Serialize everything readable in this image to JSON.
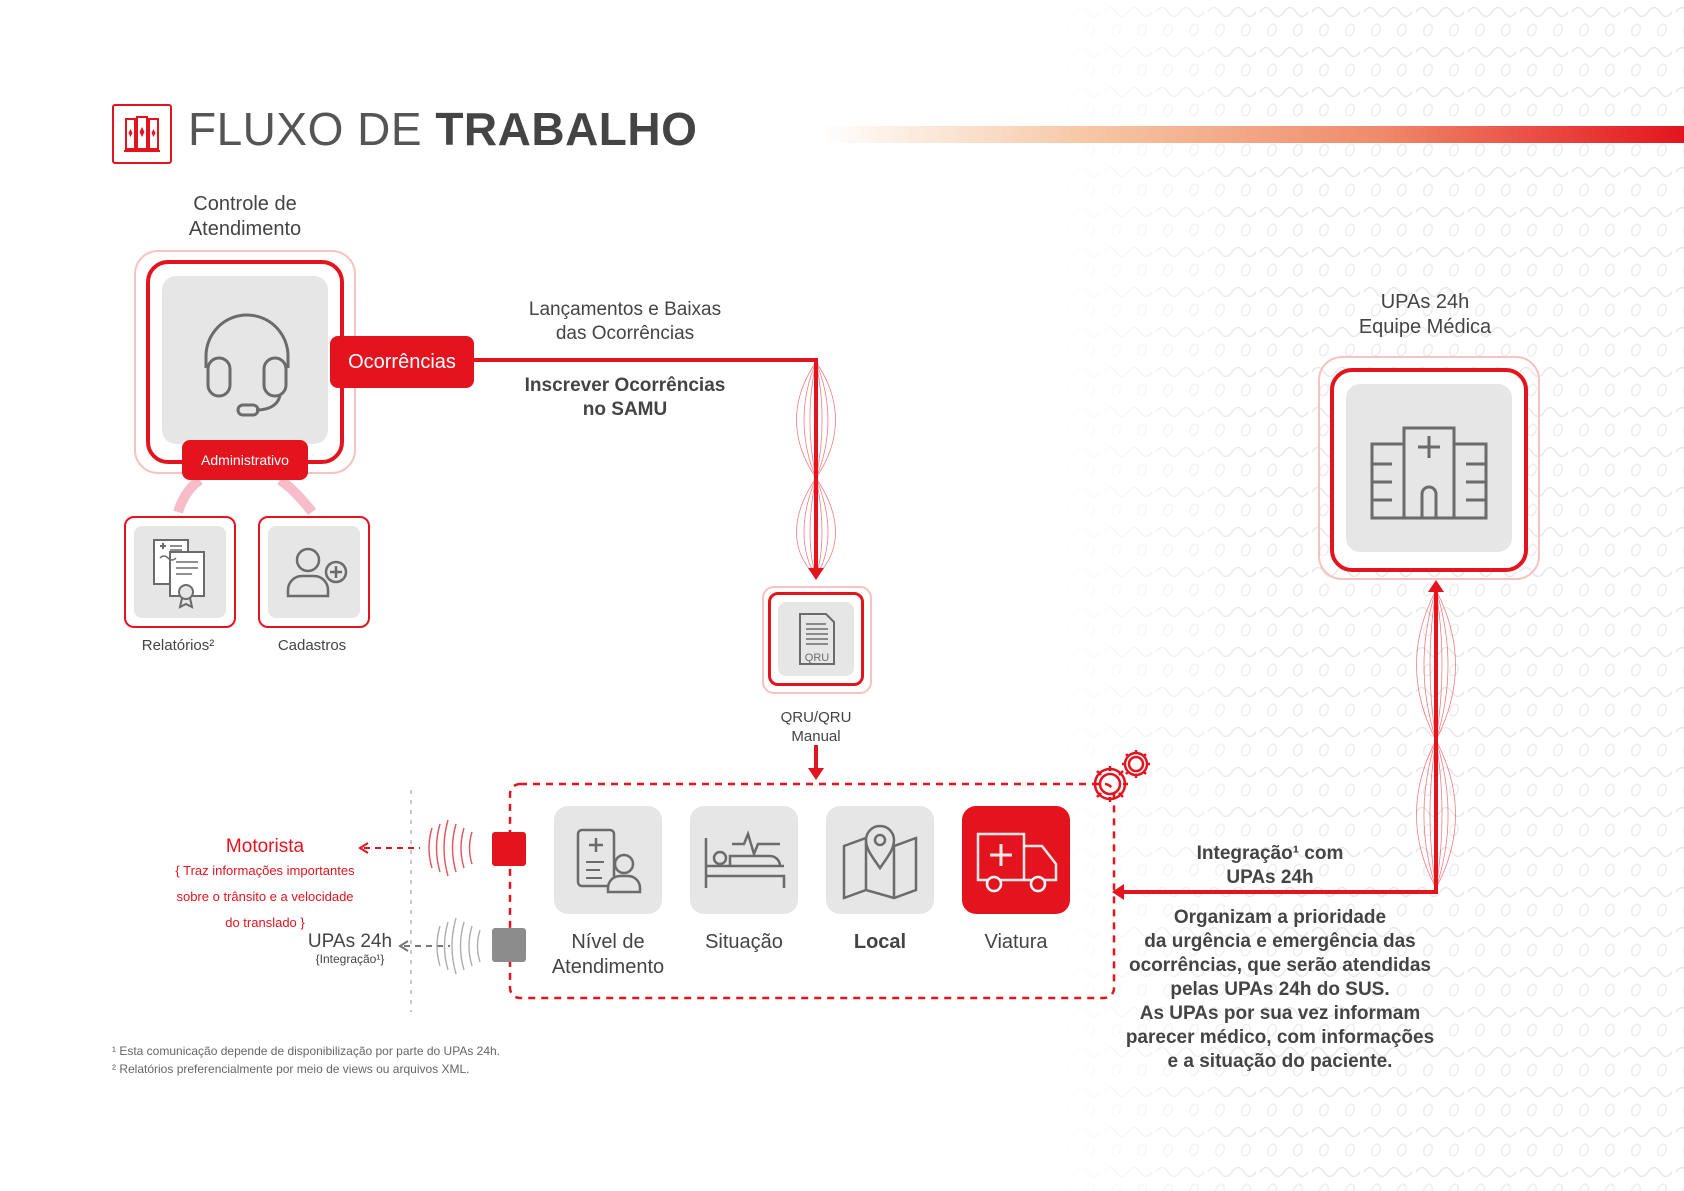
{
  "header": {
    "title_light": "FLUXO DE",
    "title_bold": "TRABALHO",
    "icon": "books-icon"
  },
  "controle": {
    "title_line1": "Controle de",
    "title_line2": "Atendimento",
    "icon": "headset-icon",
    "ocorrencias_label": "Ocorrências",
    "administrativo_label": "Administrativo"
  },
  "relatorios": {
    "label": "Relatórios²",
    "icon": "report-certificate-icon"
  },
  "cadastros": {
    "label": "Cadastros",
    "icon": "add-user-icon"
  },
  "lancamentos": {
    "line1": "Lançamentos e Baixas",
    "line2": "das Ocorrências",
    "bold_line1": "Inscrever Ocorrências",
    "bold_line2": "no SAMU"
  },
  "qru": {
    "icon_text": "QRU",
    "line1": "QRU/QRU",
    "line2": "Manual"
  },
  "upas": {
    "title_line1": "UPAs 24h",
    "title_line2": "Equipe Médica",
    "icon": "hospital-icon"
  },
  "modules": [
    {
      "line1": "Nível de",
      "line2": "Atendimento",
      "icon": "medical-record-icon",
      "bold": false,
      "active": false
    },
    {
      "line1": "Situação",
      "line2": "",
      "icon": "hospital-bed-icon",
      "bold": false,
      "active": false
    },
    {
      "line1": "Local",
      "line2": "",
      "icon": "map-pin-icon",
      "bold": true,
      "active": false
    },
    {
      "line1": "Viatura",
      "line2": "",
      "icon": "ambulance-icon",
      "bold": false,
      "active": true
    }
  ],
  "motorista": {
    "title": "Motorista",
    "line1": "{ Traz informações importantes",
    "line2": "sobre o trânsito e a velocidade",
    "line3": "do translado }"
  },
  "upas_side": {
    "title": "UPAs 24h",
    "sub": "{Integração¹}"
  },
  "integracao": {
    "line1": "Integração¹ com",
    "line2": "UPAs 24h",
    "desc": [
      "Organizam a prioridade",
      "da urgência e emergência das",
      "ocorrências, que serão atendidas",
      "pelas UPAs 24h  do SUS.",
      "As UPAs por sua vez informam",
      "parecer médico, com informações",
      "e a situação do paciente."
    ]
  },
  "footnotes": {
    "n1": "¹ Esta comunicação depende de disponibilização por parte do UPAs 24h.",
    "n2": "² Relatórios preferencialmente por meio de views ou arquivos XML."
  },
  "colors": {
    "accent": "#e4141e",
    "tile": "#e6e6e6",
    "icon_stroke": "#6b6b6b",
    "text": "#444444"
  }
}
